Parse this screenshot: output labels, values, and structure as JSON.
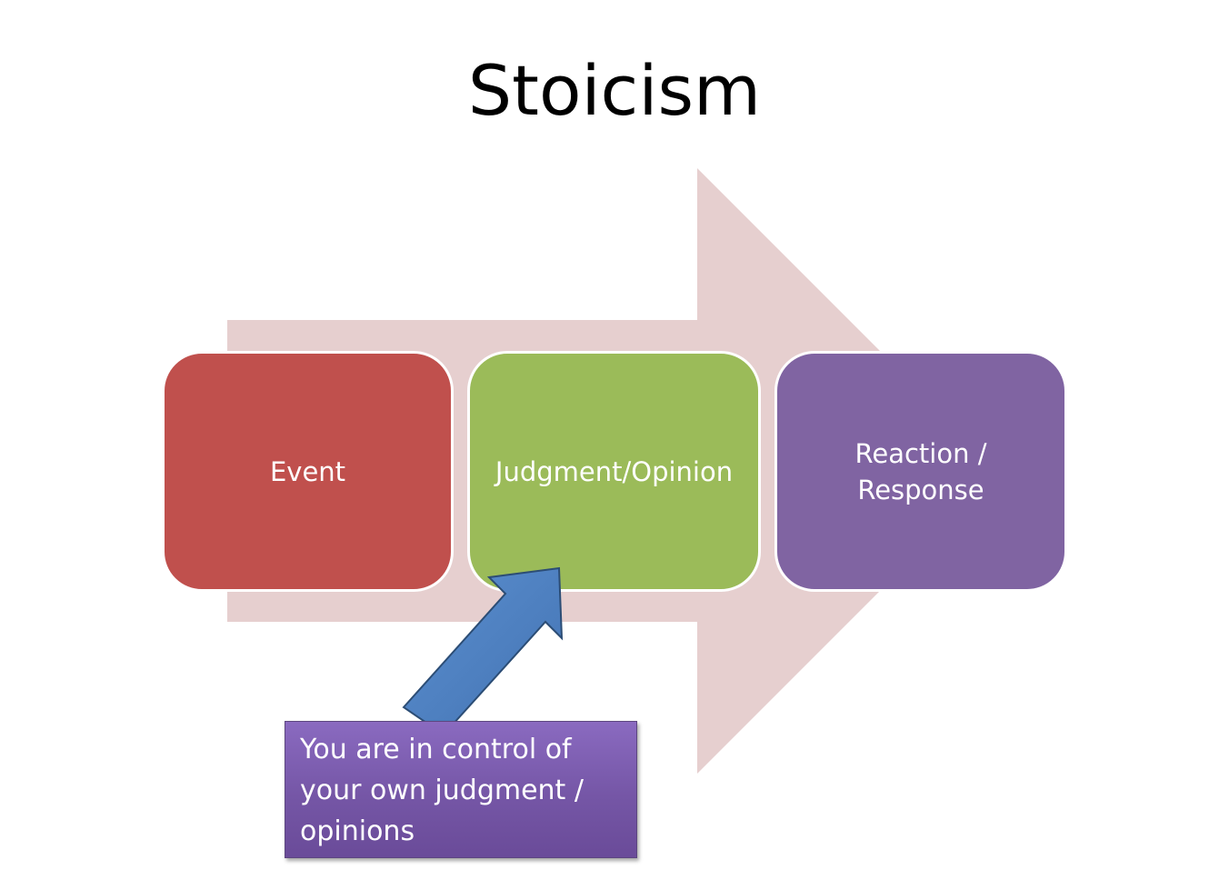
{
  "title": "Stoicism",
  "steps": [
    {
      "label": "Event",
      "color": "#c0504d"
    },
    {
      "label": "Judgment/Opinion",
      "color": "#9bbb59"
    },
    {
      "label_lines": [
        "Reaction /",
        "Response"
      ],
      "color": "#8064a2"
    }
  ],
  "callout": {
    "lines": [
      "You are in control of",
      "your own judgment /",
      "opinions"
    ],
    "color": "#7b5cad"
  },
  "colors": {
    "background_arrow": "#e6cfcf",
    "pointer_arrow": "#4f81bd",
    "pointer_arrow_outline": "#2c4d75"
  }
}
